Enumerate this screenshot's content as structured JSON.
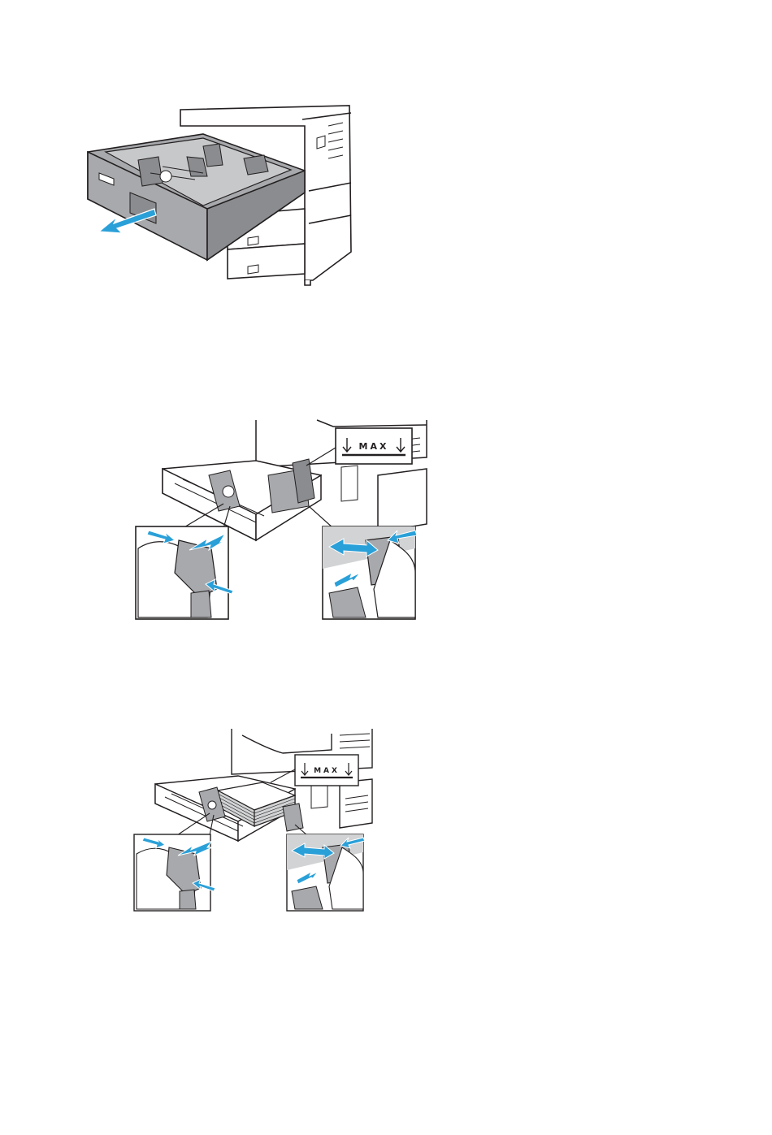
{
  "page": {
    "background": "#ffffff"
  },
  "colors": {
    "tray_gray": "#a7a9ac",
    "tray_dark": "#8a8c8f",
    "line": "#231f20",
    "arrow_blue": "#2aa0d8",
    "paper": "#d1d3d4"
  },
  "figures": [
    {
      "id": "figure-pull-out-tray",
      "icon": "tray-pull-out-illustration"
    },
    {
      "id": "figure-adjust-guides",
      "icon": "paper-guide-adjust-illustration",
      "max_label": "MAX"
    },
    {
      "id": "figure-load-paper",
      "icon": "paper-load-illustration",
      "max_label": "MAX"
    }
  ]
}
